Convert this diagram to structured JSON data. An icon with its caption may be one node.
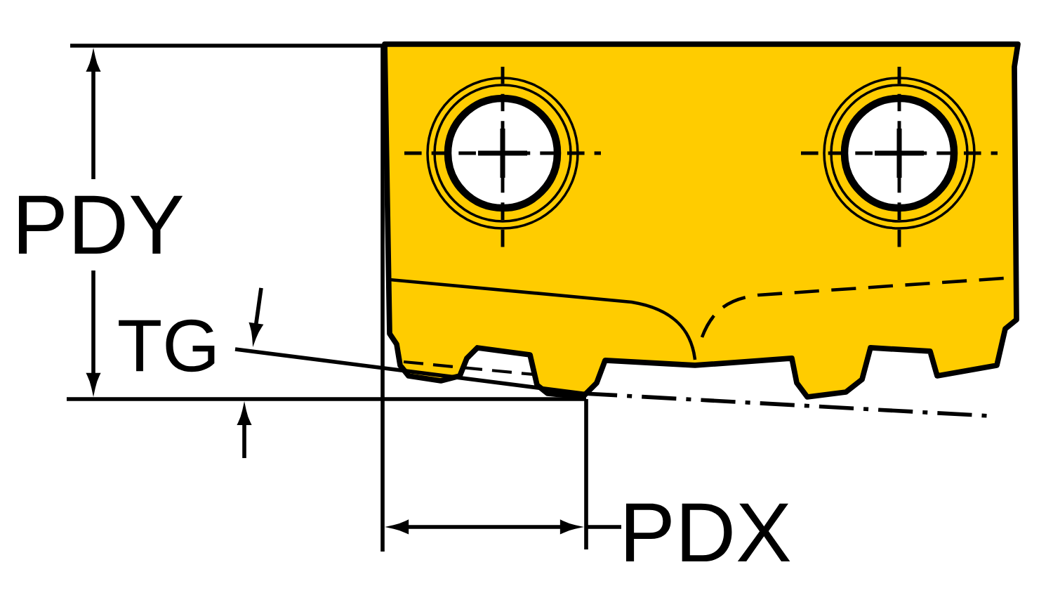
{
  "diagram": {
    "labels": [
      "PDY",
      "TG",
      "PDX"
    ]
  }
}
